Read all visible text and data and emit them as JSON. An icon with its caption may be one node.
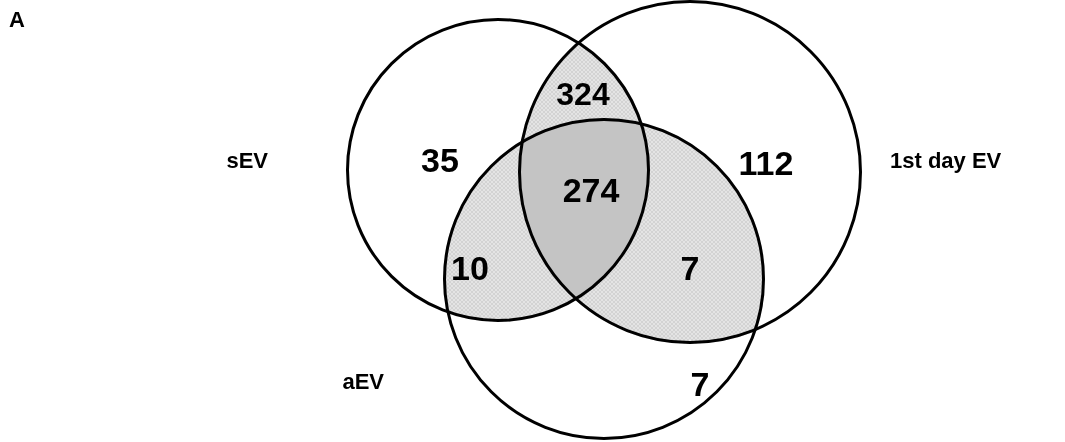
{
  "diagram": {
    "nodes": [
      {
        "text": [
          "sEV"
        ]
      },
      {
        "text": [
          "1st day EV"
        ]
      },
      {
        "text": [
          "aEV"
        ]
      }
    ],
    "labels": [
      "A",
      "324",
      "35",
      "112",
      "274",
      "10",
      "7",
      "7"
    ]
  }
}
